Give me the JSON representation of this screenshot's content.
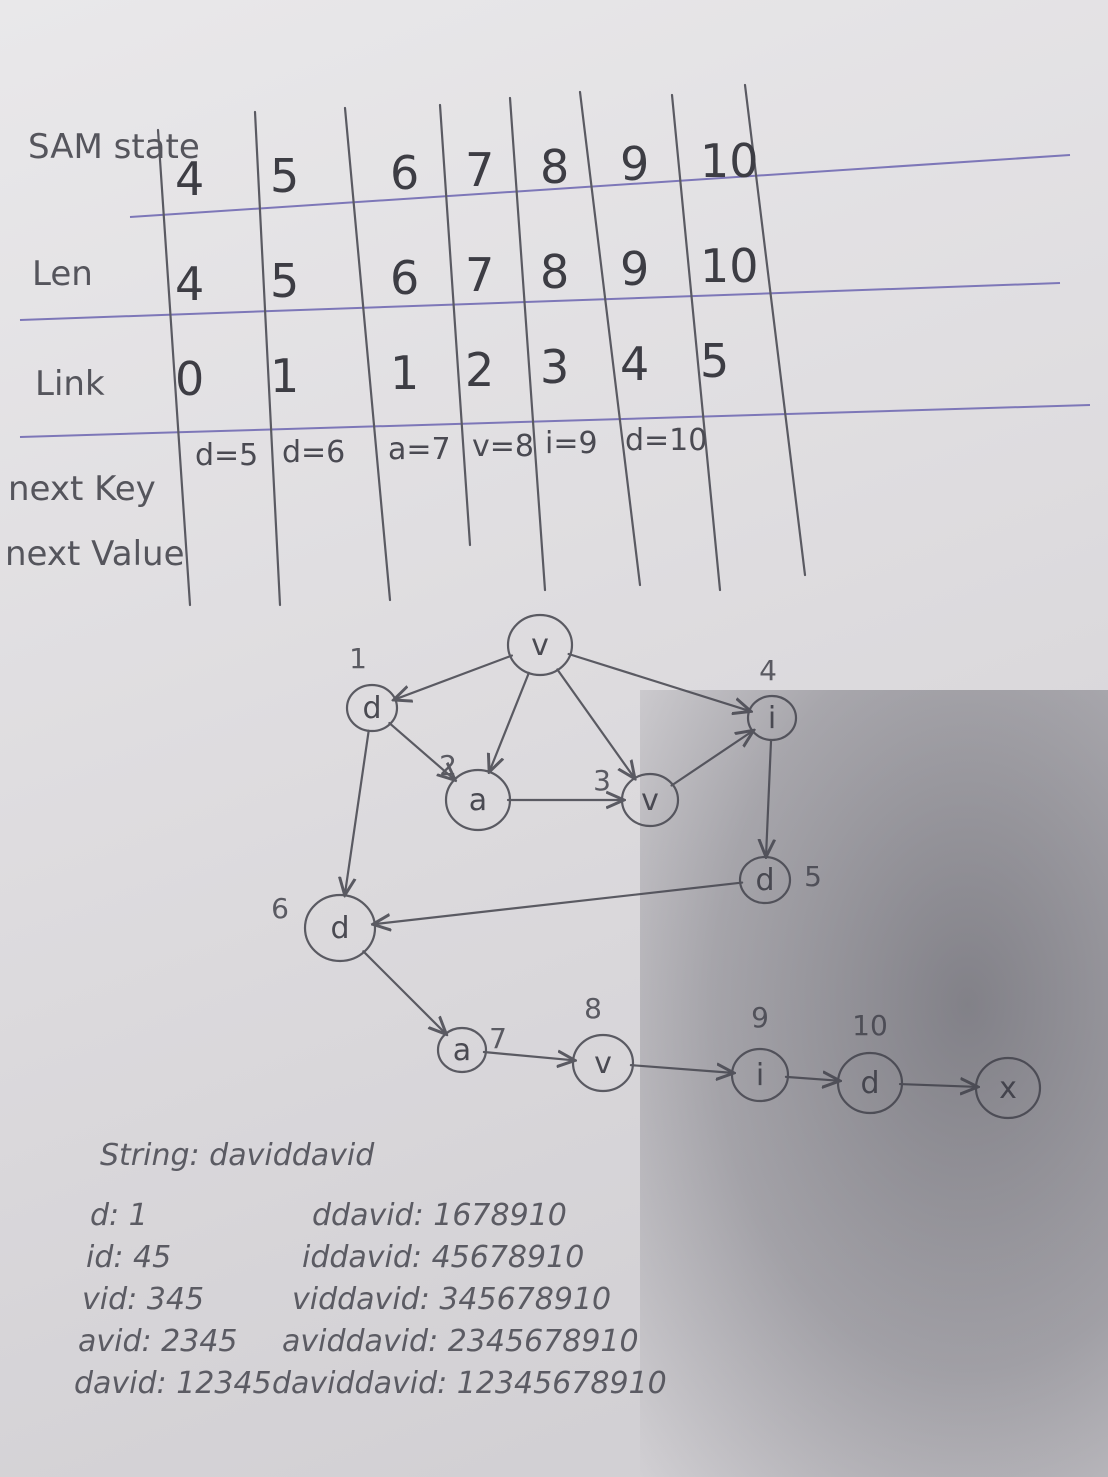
{
  "table": {
    "row_labels": {
      "state": "SAM state",
      "len": "Len",
      "link": "Link",
      "next_key": "next Key",
      "next_value": "next Value"
    },
    "states": [
      "4",
      "5",
      "6",
      "7",
      "8",
      "9",
      "10"
    ],
    "len": [
      "4",
      "5",
      "6",
      "7",
      "8",
      "9",
      "10"
    ],
    "link": [
      "0",
      "1",
      "1",
      "2",
      "3",
      "4",
      "5"
    ],
    "next_key": [
      "d=5",
      "d=6",
      "a=7",
      "v=8",
      "i=9",
      "d=10"
    ]
  },
  "graph": {
    "nodes": [
      {
        "id": "n0",
        "char": "v",
        "num": ""
      },
      {
        "id": "n1",
        "char": "d",
        "num": "1"
      },
      {
        "id": "n2",
        "char": "a",
        "num": "2"
      },
      {
        "id": "n3",
        "char": "v",
        "num": "3"
      },
      {
        "id": "n4",
        "char": "i",
        "num": "4"
      },
      {
        "id": "n5",
        "char": "d",
        "num": "5"
      },
      {
        "id": "n6",
        "char": "d",
        "num": "6"
      },
      {
        "id": "n7",
        "char": "a",
        "num": "7"
      },
      {
        "id": "n8",
        "char": "v",
        "num": "8"
      },
      {
        "id": "n9",
        "char": "i",
        "num": "9"
      },
      {
        "id": "n10",
        "char": "d",
        "num": "10"
      },
      {
        "id": "n11",
        "char": "x",
        "num": ""
      }
    ],
    "edges": [
      [
        "n0",
        "n1"
      ],
      [
        "n0",
        "n2"
      ],
      [
        "n0",
        "n3"
      ],
      [
        "n0",
        "n4"
      ],
      [
        "n1",
        "n2"
      ],
      [
        "n1",
        "n6"
      ],
      [
        "n2",
        "n3"
      ],
      [
        "n3",
        "n4"
      ],
      [
        "n4",
        "n5"
      ],
      [
        "n5",
        "n6"
      ],
      [
        "n6",
        "n7"
      ],
      [
        "n7",
        "n8"
      ],
      [
        "n8",
        "n9"
      ],
      [
        "n9",
        "n10"
      ],
      [
        "n10",
        "n11"
      ]
    ]
  },
  "notes": {
    "string_line": "String: daviddavid",
    "left": [
      "d: 1",
      "id: 45",
      "vid: 345",
      "avid: 2345",
      "david: 12345"
    ],
    "right": [
      "ddavid: 1678910",
      "iddavid: 45678910",
      "viddavid: 345678910",
      "aviddavid: 2345678910",
      "daviddavid: 12345678910"
    ]
  }
}
